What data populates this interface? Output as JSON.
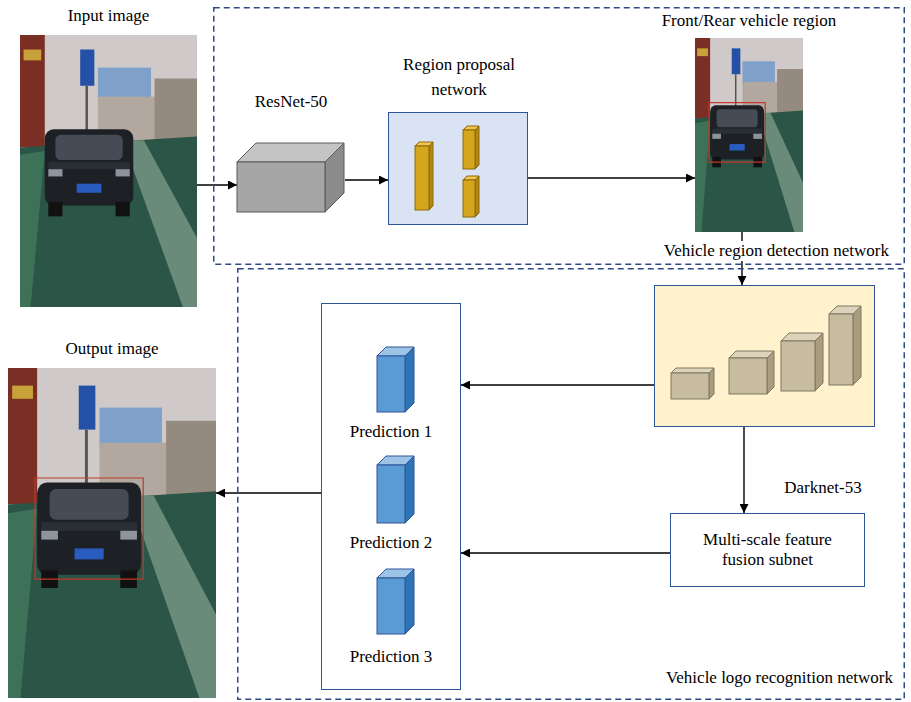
{
  "diagram": {
    "nodes": [
      {
        "text": [
          "Input image"
        ]
      },
      {
        "text": [
          "Vehicle region detection network"
        ]
      },
      {
        "text": [
          "ResNet-50"
        ],
        "in": 1
      },
      {
        "text": [
          "Region proposal network"
        ],
        "in": 1
      },
      {
        "text": [
          "Front/Rear vehicle region"
        ],
        "in": 1
      },
      {
        "text": [
          "Vehicle logo recognition network"
        ]
      },
      {
        "text": [
          "Darknet-53"
        ],
        "in": 5
      },
      {
        "text": [
          "Multi-scale feature fusion subnet"
        ],
        "in": 5
      },
      {
        "text": [
          "Prediction 1",
          "Prediction 2",
          "Prediction 3"
        ],
        "in": 5
      },
      {
        "text": [
          "Output image"
        ]
      }
    ],
    "edges": [
      {
        "from": 0,
        "to": 2,
        "arrow": "to"
      },
      {
        "from": 2,
        "to": 3,
        "arrow": "to"
      },
      {
        "from": 3,
        "to": 4,
        "arrow": "to"
      },
      {
        "from": 4,
        "to": 6,
        "arrow": "to"
      },
      {
        "from": 6,
        "to": 8,
        "arrow": "to"
      },
      {
        "from": 6,
        "to": 7,
        "arrow": "to"
      },
      {
        "from": 7,
        "to": 8,
        "arrow": "to"
      },
      {
        "from": 8,
        "to": 9,
        "arrow": "to"
      }
    ]
  }
}
